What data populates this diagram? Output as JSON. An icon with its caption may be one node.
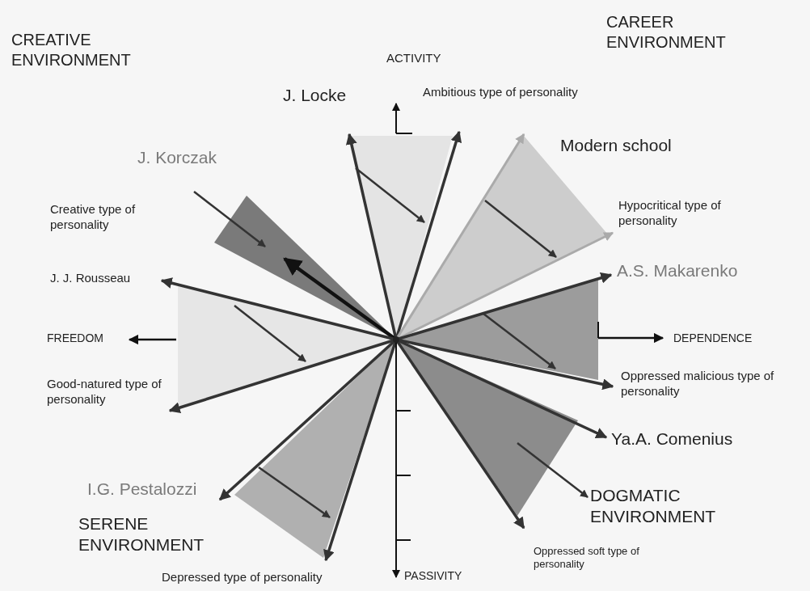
{
  "diagram": {
    "labels": [
      "CREATIVE ENVIRONMENT",
      "CAREER ENVIRONMENT",
      "ACTIVITY",
      "J. Locke",
      "Ambitious type of personality",
      "Modern school",
      "J. Korczak",
      "Hypocritical type of personality",
      "Creative type of personality",
      "J. J. Rousseau",
      "A.S. Makarenko",
      "FREEDOM",
      "DEPENDENCE",
      "Oppressed malicious type of personality",
      "Good-natured type of personality",
      "Ya.A. Comenius",
      "DOGMATIC ENVIRONMENT",
      "I.G. Pestalozzi",
      "SERENE ENVIRONMENT",
      "Oppressed soft type of personality",
      "Depressed type of personality",
      "PASSIVITY"
    ]
  }
}
